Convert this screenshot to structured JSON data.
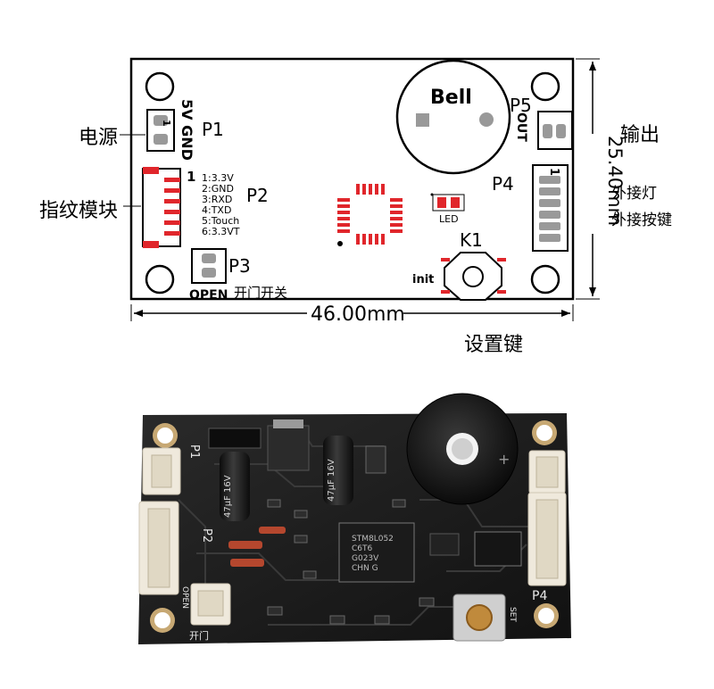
{
  "diagram": {
    "labels": {
      "power": "电源",
      "fingerprint_module": "指纹模块",
      "output": "输出",
      "external_light_1": "外接灯",
      "external_light_2": "外接按键",
      "settings_key": "设置键",
      "door_switch": "开门开关"
    },
    "connectors": {
      "p1": "P1",
      "p1_pin": "1",
      "p1_pins": "5V GND",
      "p2": "P2",
      "p2_pin": "1",
      "p2_pinout": [
        "1:3.3V",
        "2:GND",
        "3:RXD",
        "4:TXD",
        "5:Touch",
        "6:3.3VT"
      ],
      "p3": "P3",
      "p3_open": "OPEN",
      "p4": "P4",
      "p4_pin": "1",
      "p5": "P5",
      "p5_out": "OUT",
      "k1": "K1",
      "init": "init",
      "bell": "Bell",
      "led": "LED"
    },
    "dimensions": {
      "width": "46.00mm",
      "height": "25.40mm"
    }
  },
  "photo": {
    "silkscreen": {
      "p1": "P1",
      "p2": "P2",
      "p4": "P4",
      "cap_left": "47μF 16V",
      "cap_right": "47μF 16V",
      "chip": "STM8L052\nC6T6\nG023V\nCHN G",
      "set": "SET",
      "door": "开门",
      "open": "OPEN"
    },
    "colors": {
      "pcb": "#1a1a1a",
      "connector": "#efe9dc",
      "buzzer": "#111111"
    }
  }
}
